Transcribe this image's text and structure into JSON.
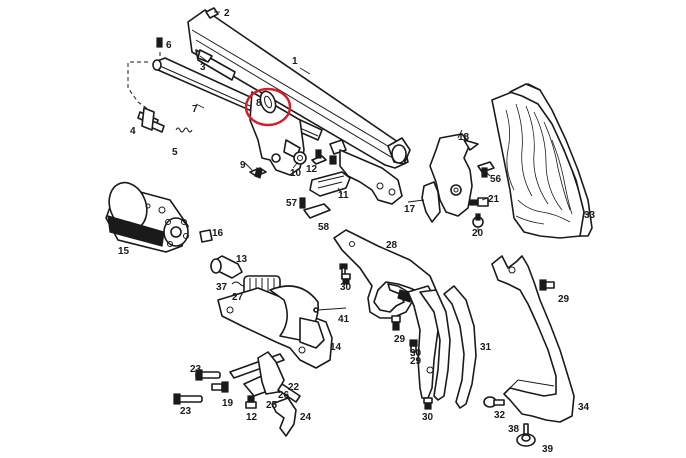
{
  "diagram": {
    "highlight_color": "#d21f2a",
    "highlighted_part": "8",
    "callouts": [
      "1",
      "2",
      "3",
      "4",
      "5",
      "6",
      "7",
      "8",
      "9",
      "10",
      "11",
      "12",
      "12",
      "13",
      "14",
      "15",
      "16",
      "17",
      "18",
      "19",
      "20",
      "21",
      "22",
      "23",
      "23",
      "24",
      "25",
      "26",
      "27",
      "28",
      "29",
      "29",
      "29",
      "30",
      "30",
      "30",
      "31",
      "32",
      "33",
      "34",
      "37",
      "38",
      "39",
      "41",
      "56",
      "57",
      "58"
    ]
  }
}
